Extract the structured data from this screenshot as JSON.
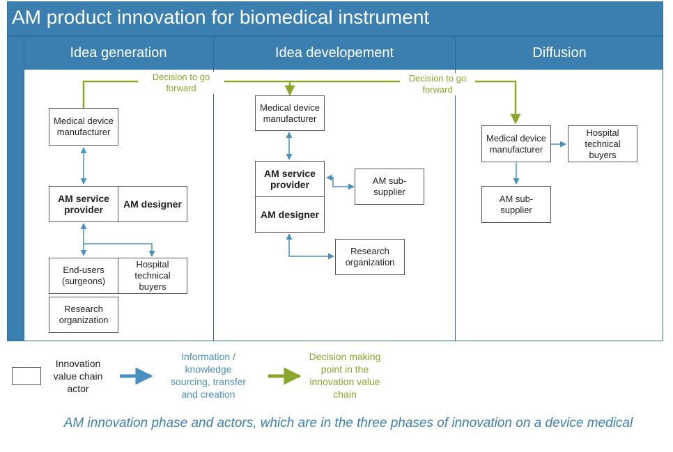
{
  "title": "AM product innovation for biomedical instrument",
  "phases": [
    "Idea generation",
    "Idea developement",
    "Diffusion"
  ],
  "decisions": [
    "Decision to go\nforward",
    "Decision to go\nforward"
  ],
  "ideagen": {
    "manufacturer": "Medical device\nmanufacturer",
    "service_provider": "AM service\nprovider",
    "designer": "AM designer",
    "end_users": "End-users\n(surgeons)",
    "hospital": "Hospital\ntechnical\nbuyers",
    "research": "Research\norganization"
  },
  "ideadev": {
    "manufacturer": "Medical device\nmanufacturer",
    "service_provider": "AM service\nprovider",
    "designer": "AM designer",
    "sub_supplier": "AM sub-\nsupplier",
    "research": "Research\norganization"
  },
  "diffusion": {
    "manufacturer": "Medical device\nmanufacturer",
    "hospital": "Hospital\ntechnical\nbuyers",
    "sub_supplier": "AM sub-\nsupplier"
  },
  "legend": {
    "actor": "Innovation\nvalue chain\nactor",
    "info": "Information /\nknowledge\nsourcing, transfer\nand creation",
    "decision": "Decision making\npoint in the\ninnovation value\nchain"
  },
  "caption": "AM innovation phase and actors, which are in the three phases of innovation on a device medical",
  "colors": {
    "header_blue": "#3a7fb0",
    "info_arrow": "#4a90bf",
    "decision_arrow": "#8aa62b"
  }
}
